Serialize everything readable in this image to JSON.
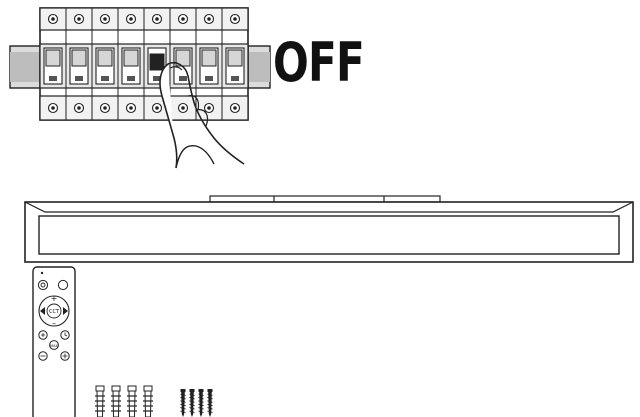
{
  "instruction": {
    "status_text": "OFF"
  },
  "remote": {
    "center_label": "CCT",
    "plus_label": "+",
    "minus_label": "–",
    "max_label": "MAX",
    "icons": [
      "power-icon",
      "night-mode-icon",
      "arrow-left-icon",
      "arrow-right-icon",
      "preset-icon",
      "timer-icon"
    ]
  },
  "components": {
    "anchor_count": 4,
    "screw_count": 4
  }
}
